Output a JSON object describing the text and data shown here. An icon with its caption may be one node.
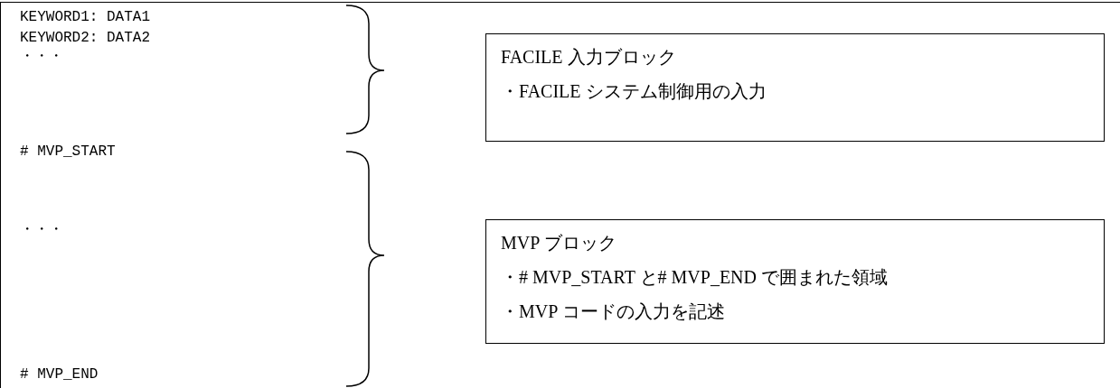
{
  "diagram": {
    "nodes": [
      {
        "text": [
          "FACILE 入力ブロック",
          "・FACILE システム制御用の入力"
        ]
      },
      {
        "text": [
          "MVP ブロック",
          "・# MVP_START と# MVP_END で囲まれた領域",
          "・MVP コードの入力を記述"
        ]
      }
    ],
    "labels": [
      "KEYWORD1: DATA1",
      "KEYWORD2: DATA2",
      "・・・",
      "# MVP_START",
      "・・・",
      "# MVP_END"
    ]
  }
}
